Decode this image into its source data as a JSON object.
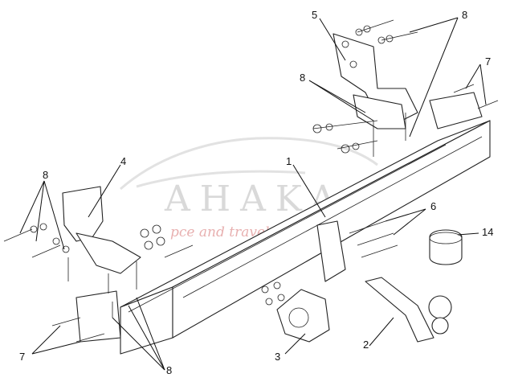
{
  "watermark": {
    "brand": "AHAKA",
    "tagline": "pce and travel"
  },
  "callouts": {
    "bracket_right": "5",
    "bolts_top": "8",
    "nuts_mid": "8",
    "bolts_right": "7",
    "bracket_left": "4",
    "crossbar": "1",
    "bolts_left": "8",
    "clamp_bolts": "6",
    "ball_cover": "14",
    "bolts_bottom_left": "7",
    "washers_bottom": "8",
    "socket_plate": "3",
    "tow_ball_neck": "2"
  }
}
